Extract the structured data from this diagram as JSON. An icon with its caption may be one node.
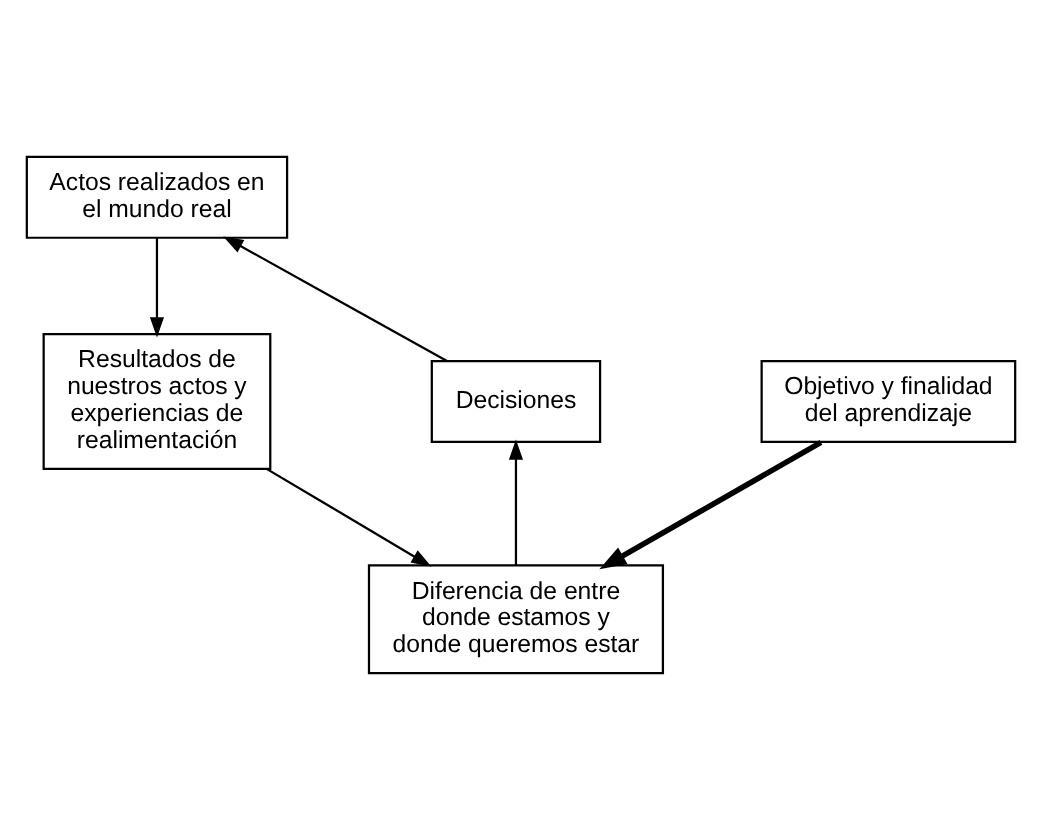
{
  "diagram": {
    "nodes": [
      {
        "text": [
          "Actos realizados en el mundo real"
        ]
      },
      {
        "text": [
          "Resultados de nuestros actos y experiencias de realimentación"
        ]
      },
      {
        "text": [
          "Diferencia de entre donde estamos y donde queremos estar"
        ]
      },
      {
        "text": [
          "Decisiones"
        ]
      },
      {
        "text": [
          "Objetivo y finalidad del aprendizaje"
        ]
      }
    ],
    "edges": [
      {
        "from": 0,
        "to": 1,
        "arrow": "to"
      },
      {
        "from": 1,
        "to": 2,
        "arrow": "to"
      },
      {
        "from": 2,
        "to": 3,
        "arrow": "to"
      },
      {
        "from": 3,
        "to": 0,
        "arrow": "to"
      },
      {
        "from": 4,
        "to": 2,
        "arrow": "to",
        "style": "thick"
      }
    ]
  }
}
